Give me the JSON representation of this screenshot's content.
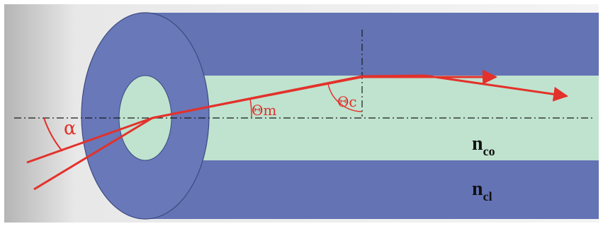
{
  "labels": {
    "acceptance_angle": "α",
    "propagation_angle": "Θm",
    "critical_angle": "Θc",
    "core_index": {
      "base": "n",
      "sub": "co"
    },
    "cladding_index": {
      "base": "n",
      "sub": "cl"
    }
  },
  "colors": {
    "background_gradient_left": "#bdbdbd",
    "background_gradient_right": "#f4f4f4",
    "cladding": "#6373b4",
    "cladding_edge": "#4c5a95",
    "core": "#bfe3cf",
    "ray": "#e3312b",
    "axis": "#1a1a1a"
  }
}
